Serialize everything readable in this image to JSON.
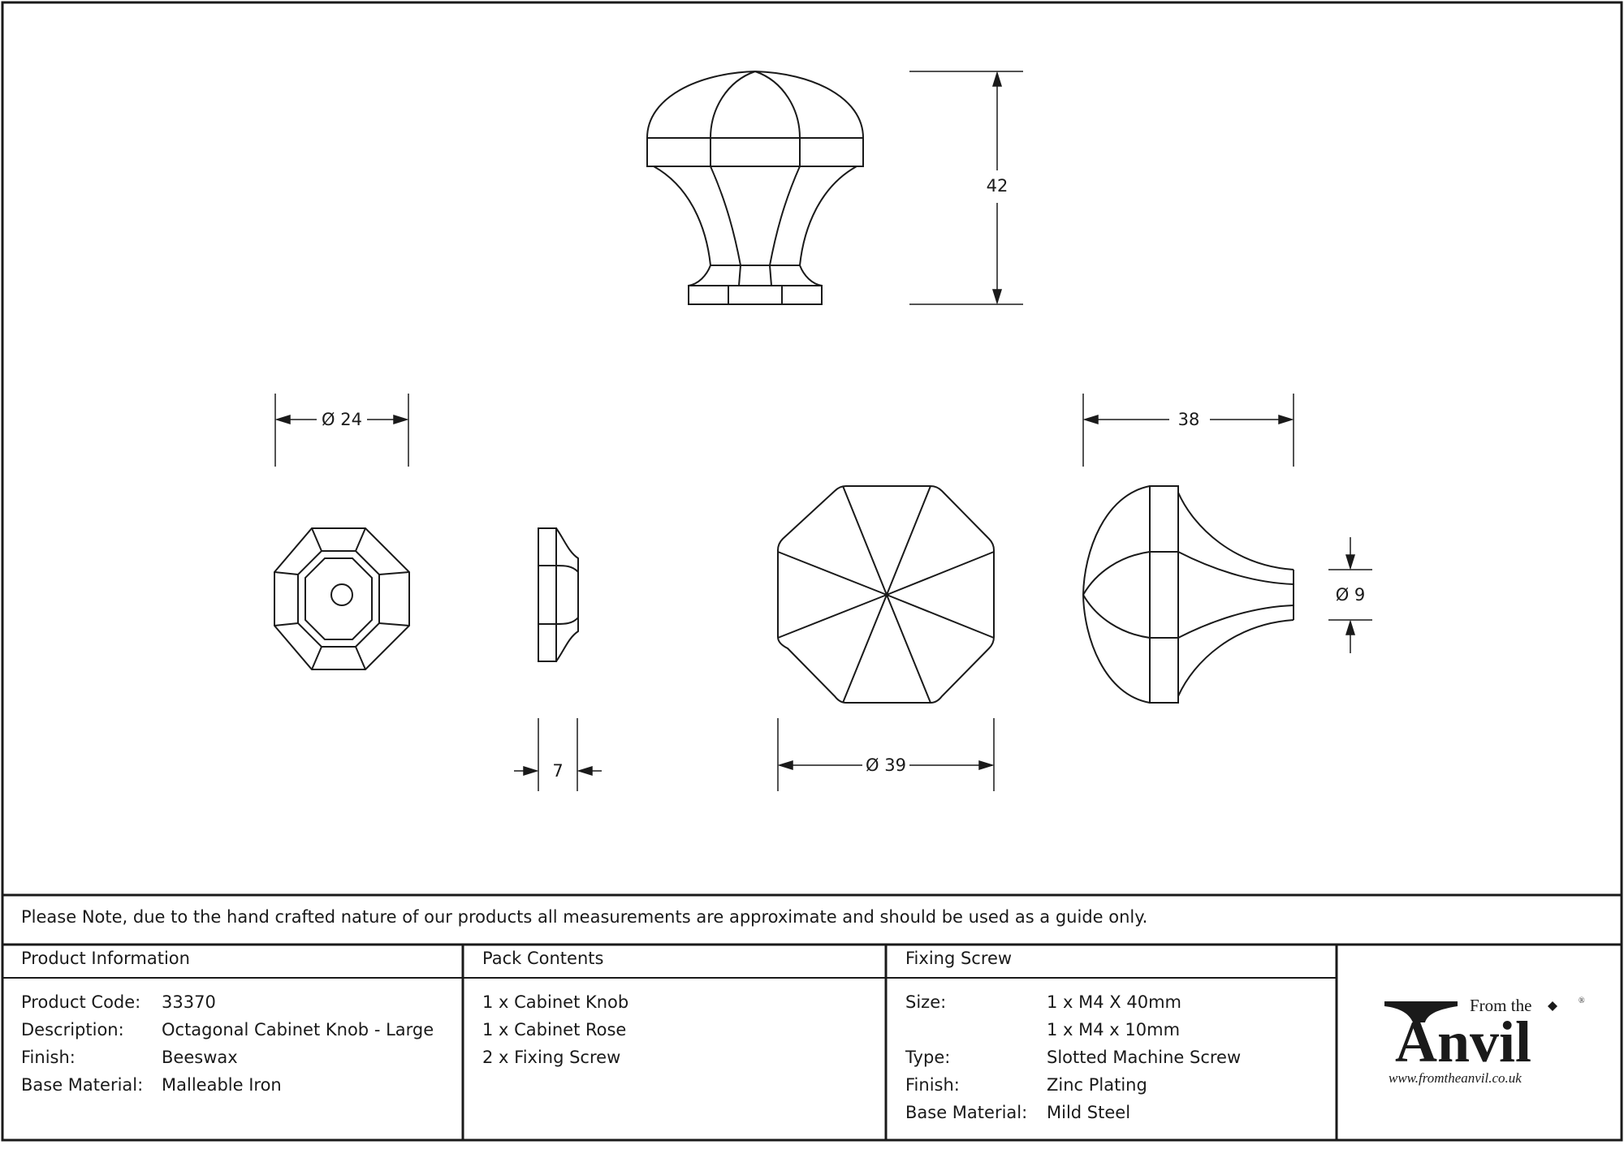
{
  "drawing": {
    "dimensions": {
      "height_top": "42",
      "rose_diameter": "Ø 24",
      "rose_thickness": "7",
      "knob_diameter": "Ø 39",
      "knob_depth": "38",
      "knob_neck": "Ø 9"
    }
  },
  "note": "Please Note, due to the hand crafted nature of our products all measurements are approximate and should be used as a guide only.",
  "product_information": {
    "heading": "Product Information",
    "rows": [
      {
        "label": "Product Code:",
        "value": "33370"
      },
      {
        "label": "Description:",
        "value": "Octagonal Cabinet Knob - Large"
      },
      {
        "label": "Finish:",
        "value": "Beeswax"
      },
      {
        "label": "Base Material:",
        "value": "Malleable Iron"
      }
    ]
  },
  "pack_contents": {
    "heading": "Pack Contents",
    "items": [
      "1 x Cabinet Knob",
      "1 x Cabinet Rose",
      "2 x Fixing Screw"
    ]
  },
  "fixing_screw": {
    "heading": "Fixing Screw",
    "rows": [
      {
        "label": "Size:",
        "value": "1 x M4 X 40mm"
      },
      {
        "label": "",
        "value": "1 x M4 x 10mm"
      },
      {
        "label": "Type:",
        "value": "Slotted Machine Screw"
      },
      {
        "label": "Finish:",
        "value": "Zinc Plating"
      },
      {
        "label": "Base Material:",
        "value": "Mild Steel"
      }
    ]
  },
  "logo": {
    "from_the": "From the",
    "brand": "Anvil",
    "url": "www.fromtheanvil.co.uk",
    "registered": "®"
  }
}
